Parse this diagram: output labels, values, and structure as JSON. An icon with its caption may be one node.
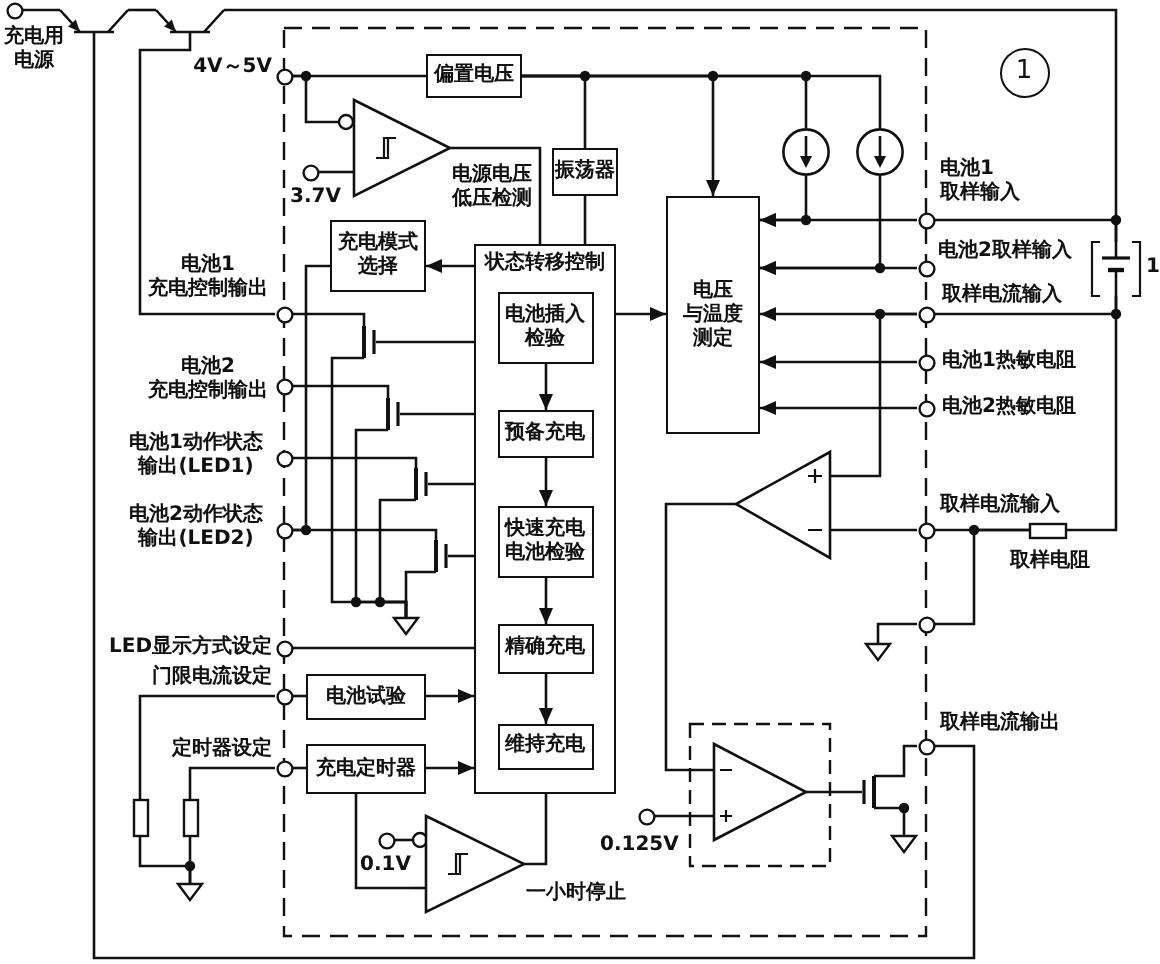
{
  "diagram": {
    "nodes": [
      {
        "text": [],
        "shape": "circle",
        "beside": [
          "充电用电源"
        ]
      },
      {
        "text": [],
        "shape": "transistor"
      },
      {
        "text": [],
        "shape": "transistor"
      },
      {
        "text": [],
        "shape": "circle",
        "beside": [
          "4V～5V"
        ]
      },
      {
        "text": [
          "偏置电压"
        ]
      },
      {
        "text": [],
        "shape": "triangle",
        "beside": [
          "电源电压低压检测"
        ]
      },
      {
        "text": [],
        "shape": "circle",
        "beside": [
          "3.7V"
        ]
      },
      {
        "text": [
          "振荡器"
        ]
      },
      {
        "text": [],
        "shape": "circle"
      },
      {
        "text": [],
        "shape": "circle"
      },
      {
        "text": [],
        "shape": "circle",
        "beside": [
          "电池1取样输入"
        ]
      },
      {
        "text": [
          "充电模式选择"
        ]
      },
      {
        "text": [
          "状态转移控制"
        ]
      },
      {
        "text": [
          "电池插入检验"
        ],
        "in": 12
      },
      {
        "text": [
          "预备充电"
        ],
        "in": 12
      },
      {
        "text": [
          "快速充电电池检验"
        ],
        "in": 12
      },
      {
        "text": [
          "精确充电"
        ],
        "in": 12
      },
      {
        "text": [
          "维持充电"
        ],
        "in": 12
      },
      {
        "text": [
          "电压与温度测定"
        ]
      },
      {
        "text": [],
        "shape": "circle",
        "beside": [
          "电池2取样输入"
        ]
      },
      {
        "text": [],
        "shape": "battery",
        "beside": [
          "1"
        ]
      },
      {
        "text": [],
        "shape": "circle",
        "beside": [
          "电池1充电控制输出"
        ]
      },
      {
        "text": [],
        "shape": "circle",
        "beside": [
          "取样电流输入"
        ]
      },
      {
        "text": [],
        "shape": "transistor"
      },
      {
        "text": [],
        "shape": "circle",
        "beside": [
          "电池1热敏电阻"
        ]
      },
      {
        "text": [],
        "shape": "circle",
        "beside": [
          "电池2充电控制输出"
        ]
      },
      {
        "text": [],
        "shape": "transistor"
      },
      {
        "text": [],
        "shape": "circle",
        "beside": [
          "电池2热敏电阻"
        ]
      },
      {
        "text": [],
        "shape": "circle",
        "beside": [
          "电池1动作状态输出(LED1)"
        ]
      },
      {
        "text": [],
        "shape": "transistor"
      },
      {
        "text": [],
        "shape": "triangle"
      },
      {
        "text": [],
        "shape": "circle",
        "beside": [
          "电池2动作状态输出(LED2)"
        ]
      },
      {
        "text": [],
        "shape": "transistor"
      },
      {
        "text": [],
        "shape": "circle",
        "beside": [
          "取样电流输入"
        ]
      },
      {
        "text": [],
        "shape": "resistor",
        "beside": [
          "取样电阻"
        ]
      },
      {
        "text": [],
        "shape": "ground"
      },
      {
        "text": [],
        "shape": "circle"
      },
      {
        "text": [],
        "shape": "ground"
      },
      {
        "text": [],
        "shape": "circle",
        "beside": [
          "LED显示方式设定"
        ]
      },
      {
        "text": [],
        "shape": "circle",
        "beside": [
          "门限电流设定"
        ]
      },
      {
        "text": [
          "电池试验"
        ]
      },
      {
        "text": [
          "充电定时器"
        ]
      },
      {
        "text": [],
        "shape": "circle",
        "beside": [
          "定时器设定"
        ]
      },
      {
        "text": [],
        "shape": "circle",
        "beside": [
          "取样电流输出"
        ]
      },
      {
        "text": [],
        "shape": "triangle"
      },
      {
        "text": [],
        "shape": "transistor"
      },
      {
        "text": [],
        "shape": "circle",
        "beside": [
          "0.125V"
        ]
      },
      {
        "text": [],
        "shape": "resistor"
      },
      {
        "text": [],
        "shape": "resistor"
      },
      {
        "text": [],
        "shape": "circle",
        "beside": [
          "0.1V"
        ]
      },
      {
        "text": [],
        "shape": "triangle",
        "beside": [
          "一小时停止"
        ]
      },
      {
        "text": [],
        "shape": "ground"
      },
      {
        "text": [],
        "shape": "ground"
      }
    ],
    "edges": [
      {
        "from": 0,
        "to": 1,
        "arrow": "none"
      },
      {
        "from": 1,
        "to": 2,
        "arrow": "none"
      },
      {
        "from": 2,
        "to": 20,
        "arrow": "none"
      },
      {
        "from": 1,
        "to": 43,
        "arrow": "none"
      },
      {
        "from": 2,
        "to": 21,
        "arrow": "none"
      },
      {
        "from": 3,
        "to": 4,
        "arrow": "none"
      },
      {
        "from": 3,
        "to": 5,
        "arrow": "none"
      },
      {
        "from": 6,
        "to": 5,
        "arrow": "none"
      },
      {
        "from": 4,
        "to": 7,
        "arrow": "none"
      },
      {
        "from": 4,
        "to": 18,
        "arrow": "to"
      },
      {
        "from": 4,
        "to": 8,
        "arrow": "none"
      },
      {
        "from": 4,
        "to": 9,
        "arrow": "none"
      },
      {
        "from": 7,
        "to": 12,
        "arrow": "none"
      },
      {
        "from": 5,
        "to": 12,
        "arrow": "none"
      },
      {
        "from": 12,
        "to": 11,
        "arrow": "to"
      },
      {
        "from": 12,
        "to": 18,
        "arrow": "to"
      },
      {
        "from": 13,
        "to": 14,
        "arrow": "to"
      },
      {
        "from": 14,
        "to": 15,
        "arrow": "to"
      },
      {
        "from": 15,
        "to": 16,
        "arrow": "to"
      },
      {
        "from": 16,
        "to": 17,
        "arrow": "to"
      },
      {
        "from": 8,
        "to": 18,
        "arrow": "to"
      },
      {
        "from": 9,
        "to": 18,
        "arrow": "to"
      },
      {
        "from": 10,
        "to": 18,
        "arrow": "to"
      },
      {
        "from": 19,
        "to": 18,
        "arrow": "to"
      },
      {
        "from": 22,
        "to": 18,
        "arrow": "to"
      },
      {
        "from": 24,
        "to": 18,
        "arrow": "to"
      },
      {
        "from": 27,
        "to": 18,
        "arrow": "to"
      },
      {
        "from": 10,
        "to": 20,
        "arrow": "none"
      },
      {
        "from": 22,
        "to": 20,
        "arrow": "none"
      },
      {
        "from": 20,
        "to": 34,
        "arrow": "none"
      },
      {
        "from": 22,
        "to": 30,
        "arrow": "none"
      },
      {
        "from": 21,
        "to": 23,
        "arrow": "none"
      },
      {
        "from": 25,
        "to": 26,
        "arrow": "none"
      },
      {
        "from": 28,
        "to": 29,
        "arrow": "none"
      },
      {
        "from": 31,
        "to": 32,
        "arrow": "none"
      },
      {
        "from": 11,
        "to": 31,
        "arrow": "none"
      },
      {
        "from": 12,
        "to": 23,
        "arrow": "none"
      },
      {
        "from": 12,
        "to": 26,
        "arrow": "none"
      },
      {
        "from": 12,
        "to": 29,
        "arrow": "none"
      },
      {
        "from": 12,
        "to": 32,
        "arrow": "none"
      },
      {
        "from": 23,
        "to": 35,
        "arrow": "none"
      },
      {
        "from": 26,
        "to": 35,
        "arrow": "none"
      },
      {
        "from": 29,
        "to": 35,
        "arrow": "none"
      },
      {
        "from": 32,
        "to": 35,
        "arrow": "none"
      },
      {
        "from": 34,
        "to": 33,
        "arrow": "none"
      },
      {
        "from": 34,
        "to": 36,
        "arrow": "none"
      },
      {
        "from": 33,
        "to": 30,
        "arrow": "none"
      },
      {
        "from": 36,
        "to": 37,
        "arrow": "none"
      },
      {
        "from": 30,
        "to": 44,
        "arrow": "none"
      },
      {
        "from": 38,
        "to": 12,
        "arrow": "none"
      },
      {
        "from": 39,
        "to": 40,
        "arrow": "none"
      },
      {
        "from": 40,
        "to": 12,
        "arrow": "to"
      },
      {
        "from": 39,
        "to": 47,
        "arrow": "none"
      },
      {
        "from": 42,
        "to": 41,
        "arrow": "none"
      },
      {
        "from": 41,
        "to": 12,
        "arrow": "to"
      },
      {
        "from": 42,
        "to": 48,
        "arrow": "none"
      },
      {
        "from": 47,
        "to": 52,
        "arrow": "none"
      },
      {
        "from": 48,
        "to": 52,
        "arrow": "none"
      },
      {
        "from": 46,
        "to": 44,
        "arrow": "none"
      },
      {
        "from": 44,
        "to": 45,
        "arrow": "none"
      },
      {
        "from": 45,
        "to": 43,
        "arrow": "none"
      },
      {
        "from": 45,
        "to": 51,
        "arrow": "none"
      },
      {
        "from": 41,
        "to": 50,
        "arrow": "none"
      },
      {
        "from": 49,
        "to": 50,
        "arrow": "none"
      },
      {
        "from": 50,
        "to": 12,
        "arrow": "none"
      }
    ],
    "labels": [
      "1"
    ]
  }
}
